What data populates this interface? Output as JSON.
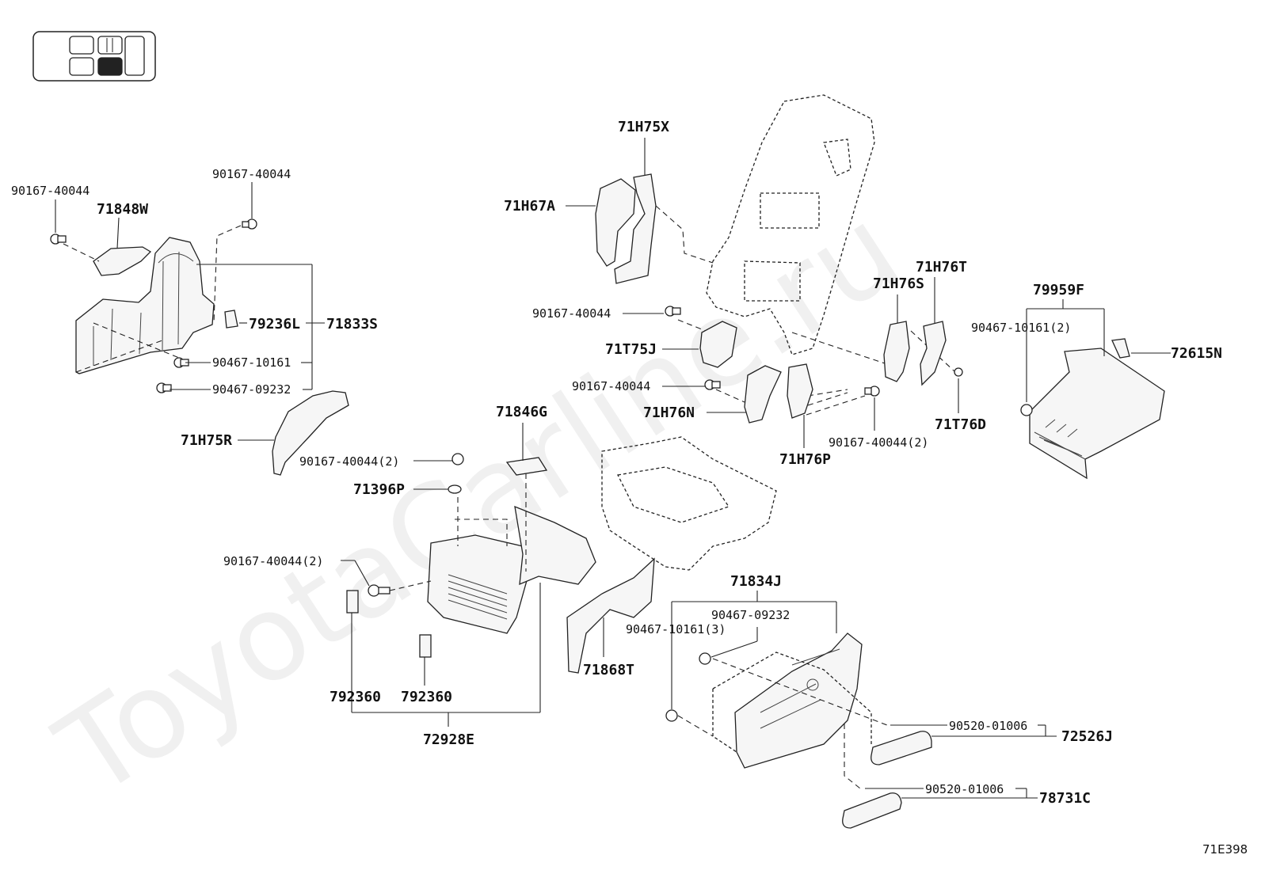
{
  "watermark": "ToyotaCarline.ru",
  "diagram_ref": "71E398",
  "labels": {
    "p90167_40044_a": "90167-40044",
    "p71848W": "71848W",
    "p90167_40044_b": "90167-40044",
    "p79236L": "79236L",
    "p71833S": "71833S",
    "p90467_10161": "90467-10161",
    "p90467_09232": "90467-09232",
    "p71H75R": "71H75R",
    "p71H75X": "71H75X",
    "p71H67A": "71H67A",
    "p90167_40044_c": "90167-40044",
    "p71T75J": "71T75J",
    "p90167_40044_d": "90167-40044",
    "p71H76N": "71H76N",
    "p71H76P": "71H76P",
    "p90167_40044_2a": "90167-40044(2)",
    "p71H76S": "71H76S",
    "p71H76T": "71H76T",
    "p71T76D": "71T76D",
    "p79959F": "79959F",
    "p90467_10161_2": "90467-10161(2)",
    "p72615N": "72615N",
    "p71846G": "71846G",
    "p90167_40044_2b": "90167-40044(2)",
    "p71396P": "71396P",
    "p90167_40044_2c": "90167-40044(2)",
    "p792360_a": "792360",
    "p792360_b": "792360",
    "p72928E": "72928E",
    "p71868T": "71868T",
    "p71834J": "71834J",
    "p90467_09232_b": "90467-09232",
    "p90467_10161_3": "90467-10161(3)",
    "p90520_01006_a": "90520-01006",
    "p72526J": "72526J",
    "p90520_01006_b": "90520-01006",
    "p78731C": "78731C"
  }
}
